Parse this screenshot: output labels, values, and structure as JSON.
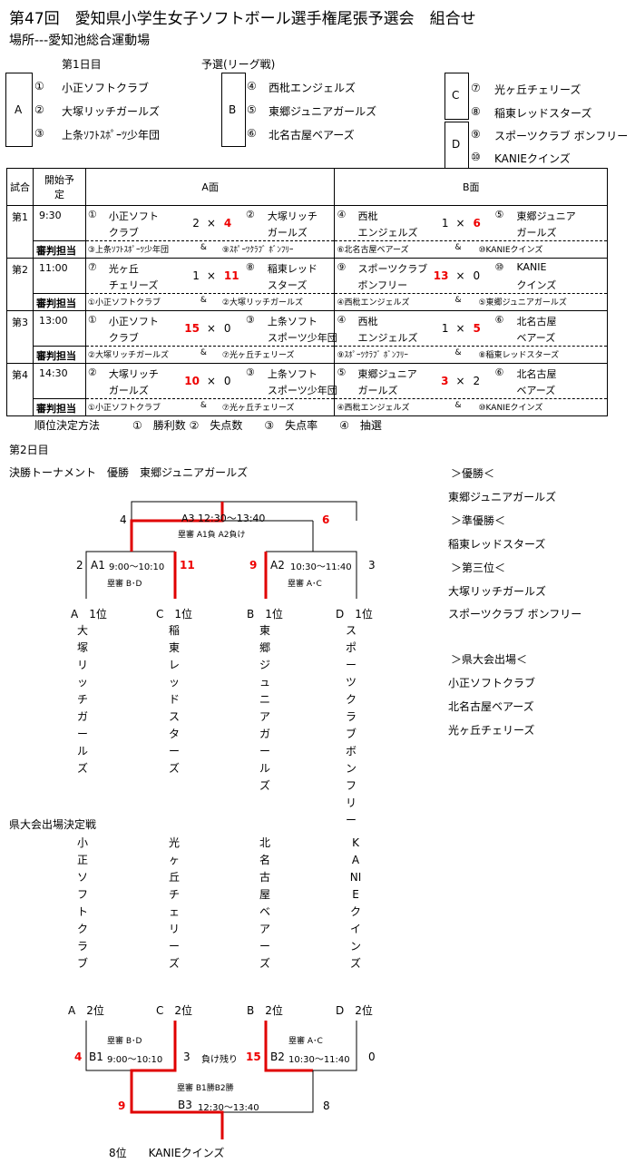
{
  "title": "第47回　愛知県小学生女子ソフトボール選手権尾張予選会　組合せ",
  "venue": "場所---愛知池総合運動場",
  "day1": {
    "label": "第1日目",
    "prelim_label": "予選(リーグ戦)",
    "groups": [
      {
        "name": "A",
        "teams": [
          {
            "no": "①",
            "name": "小正ソフトクラブ"
          },
          {
            "no": "②",
            "name": "大塚リッチガールズ"
          },
          {
            "no": "③",
            "name": "上条ｿﾌﾄｽﾎﾟｰﾂ少年団"
          }
        ]
      },
      {
        "name": "B",
        "teams": [
          {
            "no": "④",
            "name": "西枇エンジェルズ"
          },
          {
            "no": "⑤",
            "name": "東郷ジュニアガールズ"
          },
          {
            "no": "⑥",
            "name": "北名古屋ベアーズ"
          }
        ]
      },
      {
        "name": "C",
        "teams": [
          {
            "no": "⑦",
            "name": "光ヶ丘チェリーズ"
          },
          {
            "no": "⑧",
            "name": "稲東レッドスターズ"
          }
        ]
      },
      {
        "name": "D",
        "teams": [
          {
            "no": "⑨",
            "name": "スポーツクラブ  ボンフリー"
          },
          {
            "no": "⑩",
            "name": "KANIEクインズ"
          }
        ]
      }
    ]
  },
  "schedule": {
    "headers": {
      "game": "試合",
      "start": "開始予定",
      "court_a": "A面",
      "court_b": "B面"
    },
    "referee_label": "審判担当",
    "rows": [
      {
        "game": "第1",
        "time": "9:30",
        "a": {
          "t1no": "①",
          "t1a": "小正ソフト",
          "t1b": "クラブ",
          "s1": "2",
          "x": "×",
          "s2": "4",
          "t2no": "②",
          "t2a": "大塚リッチ",
          "t2b": "ガールズ",
          "win": 2
        },
        "b": {
          "t1no": "④",
          "t1a": "西枇",
          "t1b": "エンジェルズ",
          "s1": "1",
          "x": "×",
          "s2": "6",
          "t2no": "⑤",
          "t2a": "東郷ジュニア",
          "t2b": "ガールズ",
          "win": 2
        },
        "ref_a1": "③上条ｿﾌﾄｽﾎﾟｰﾂ少年団",
        "ref_a2": "⑨ｽﾎﾟｰﾂｸﾗﾌﾞ  ﾎﾞﾝﾌﾘｰ",
        "ref_b1": "⑥北名古屋ベアーズ",
        "ref_b2": "⑩KANIEクインズ"
      },
      {
        "game": "第2",
        "time": "11:00",
        "a": {
          "t1no": "⑦",
          "t1a": "光ヶ丘",
          "t1b": "チェリーズ",
          "s1": "1",
          "x": "×",
          "s2": "11",
          "t2no": "⑧",
          "t2a": "稲東レッド",
          "t2b": "スターズ",
          "win": 2
        },
        "b": {
          "t1no": "⑨",
          "t1a": "スポーツクラブ",
          "t1b": "ボンフリー",
          "s1": "13",
          "x": "×",
          "s2": "0",
          "t2no": "⑩",
          "t2a": "KANIE",
          "t2b": "クインズ",
          "win": 1
        },
        "ref_a1": "①小正ソフトクラブ",
        "ref_a2": "②大塚リッチガールズ",
        "ref_b1": "④西枇エンジェルズ",
        "ref_b2": "⑤東郷ジュニアガールズ"
      },
      {
        "game": "第3",
        "time": "13:00",
        "a": {
          "t1no": "①",
          "t1a": "小正ソフト",
          "t1b": "クラブ",
          "s1": "15",
          "x": "×",
          "s2": "0",
          "t2no": "③",
          "t2a": "上条ソフト",
          "t2b": "スポーツ少年団",
          "win": 1
        },
        "b": {
          "t1no": "④",
          "t1a": "西枇",
          "t1b": "エンジェルズ",
          "s1": "1",
          "x": "×",
          "s2": "5",
          "t2no": "⑥",
          "t2a": "北名古屋",
          "t2b": "ベアーズ",
          "win": 2
        },
        "ref_a1": "②大塚リッチガールズ",
        "ref_a2": "⑦光ヶ丘チェリーズ",
        "ref_b1": "⑨ｽﾎﾟｰﾂｸﾗﾌﾞ  ﾎﾞﾝﾌﾘｰ",
        "ref_b2": "⑧稲東レッドスターズ"
      },
      {
        "game": "第4",
        "time": "14:30",
        "a": {
          "t1no": "②",
          "t1a": "大塚リッチ",
          "t1b": "ガールズ",
          "s1": "10",
          "x": "×",
          "s2": "0",
          "t2no": "③",
          "t2a": "上条ソフト",
          "t2b": "スポーツ少年団",
          "win": 1
        },
        "b": {
          "t1no": "⑤",
          "t1a": "東郷ジュニア",
          "t1b": "ガールズ",
          "s1": "3",
          "x": "×",
          "s2": "2",
          "t2no": "⑥",
          "t2a": "北名古屋",
          "t2b": "ベアーズ",
          "win": 1
        },
        "ref_a1": "①小正ソフトクラブ",
        "ref_a2": "⑦光ヶ丘チェリーズ",
        "ref_b1": "④西枇エンジェルズ",
        "ref_b2": "⑩KANIEクインズ"
      }
    ],
    "amp": "&"
  },
  "ranking_method": "順位決定方法　　　①　勝利数 ②　失点数　　③　失点率　　④　抽選",
  "day2": {
    "label": "第2日目"
  },
  "final": {
    "label": "決勝トーナメント　優勝　東郷ジュニアガールズ",
    "a3": {
      "label": "A3",
      "time": "12:30～13:40",
      "ump": "塁審  A1負 A2負け",
      "left": "4",
      "right": "6"
    },
    "a1": {
      "label": "A1",
      "time": "9:00～10:10",
      "ump": "塁審  B･D",
      "left": "2",
      "right": "11"
    },
    "a2": {
      "label": "A2",
      "time": "10:30～11:40",
      "ump": "塁審  A･C",
      "left": "9",
      "right": "3"
    },
    "slots": [
      {
        "label": "A　1位",
        "team": "大塚リッチガールズ"
      },
      {
        "label": "C　1位",
        "team": "稲東レッドスターズ"
      },
      {
        "label": "B　1位",
        "team": "東郷ジュニアガールズ"
      },
      {
        "label": "D　1位",
        "team": "スポーツクラブボンフリー"
      }
    ]
  },
  "results": {
    "champ_label": "＞優勝＜",
    "champ": "東郷ジュニアガールズ",
    "runner_label": "＞準優勝＜",
    "runner": "稲東レッドスターズ",
    "third_label": "＞第三位＜",
    "third1": "大塚リッチガールズ",
    "third2": "スポーツクラブ  ボンフリー",
    "pref_label": "＞県大会出場＜",
    "pref1": "小正ソフトクラブ",
    "pref2": "北名古屋ベアーズ",
    "pref3": "光ヶ丘チェリーズ"
  },
  "qualifier": {
    "label": "県大会出場決定戦",
    "teams": [
      "小正ソフトクラブ",
      "光ヶ丘チェリーズ",
      "北名古屋ベアーズ",
      "KANIEクインズ"
    ],
    "slots": [
      "A　2位",
      "C　2位",
      "B　2位",
      "D　2位"
    ],
    "b1": {
      "label": "B1",
      "time": "9:00～10:10",
      "ump": "塁審  B･D",
      "left": "4",
      "right": "3"
    },
    "b2": {
      "label": "B2",
      "time": "10:30～11:40",
      "ump": "塁審  A･C",
      "left": "15",
      "right": "0"
    },
    "loser_note": "負け残り",
    "b3": {
      "label": "B3",
      "time": "12:30～13:40",
      "ump": "塁審  B1勝B2勝",
      "left": "9",
      "right": "8"
    },
    "eighth": "8位　　KANIEクインズ"
  },
  "colors": {
    "win_line": "#e00000",
    "line": "#000000"
  }
}
